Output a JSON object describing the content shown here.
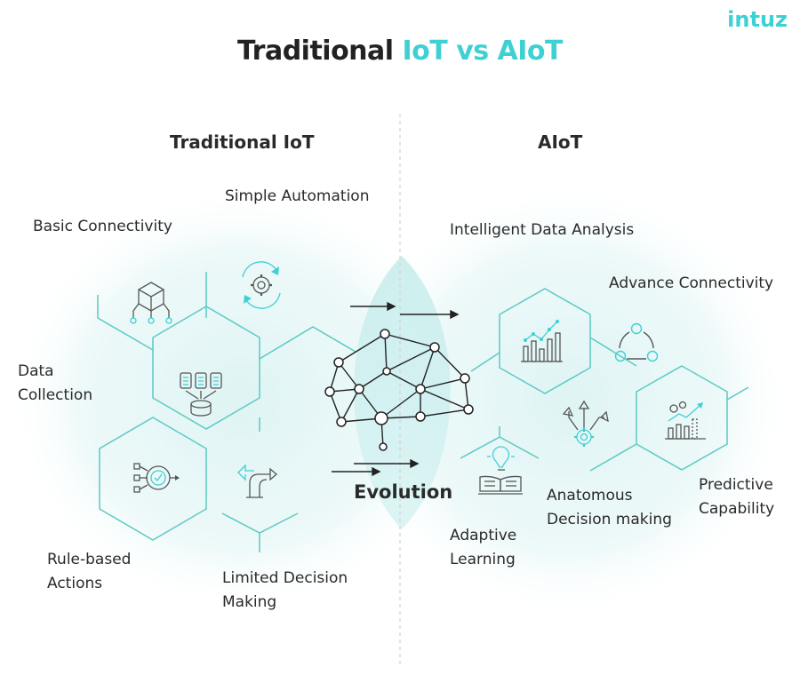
{
  "brand": {
    "logo_text": "intuz"
  },
  "title": {
    "part1": "Traditional ",
    "part2": "IoT vs AIoT"
  },
  "left": {
    "heading": "Traditional IoT",
    "items": [
      {
        "label": "Simple Automation",
        "icon": "gear-cycle-icon"
      },
      {
        "label": "Basic Connectivity",
        "icon": "cube-network-icon"
      },
      {
        "label": "Data Collection",
        "icon": "database-icon"
      },
      {
        "label": "Rule-based Actions",
        "icon": "target-flow-icon"
      },
      {
        "label": "Limited Decision Making",
        "icon": "arrows-decision-icon"
      }
    ]
  },
  "center": {
    "label": "Evolution",
    "icon": "neural-network-icon"
  },
  "right": {
    "heading": "AIoT",
    "items": [
      {
        "label": "Intelligent Data Analysis",
        "icon": "bar-chart-icon"
      },
      {
        "label": "Advance Connectivity",
        "icon": "connected-nodes-icon"
      },
      {
        "label": "Predictive Capability",
        "icon": "growth-chart-icon"
      },
      {
        "label": "Anatomous Decision making",
        "icon": "gear-arrows-icon"
      },
      {
        "label": "Adaptive Learning",
        "icon": "book-bulb-icon"
      }
    ]
  },
  "colors": {
    "accent": "#3fd0d4",
    "line": "#5cc9c2",
    "glow": "#e9f7f7",
    "text": "#222222"
  }
}
